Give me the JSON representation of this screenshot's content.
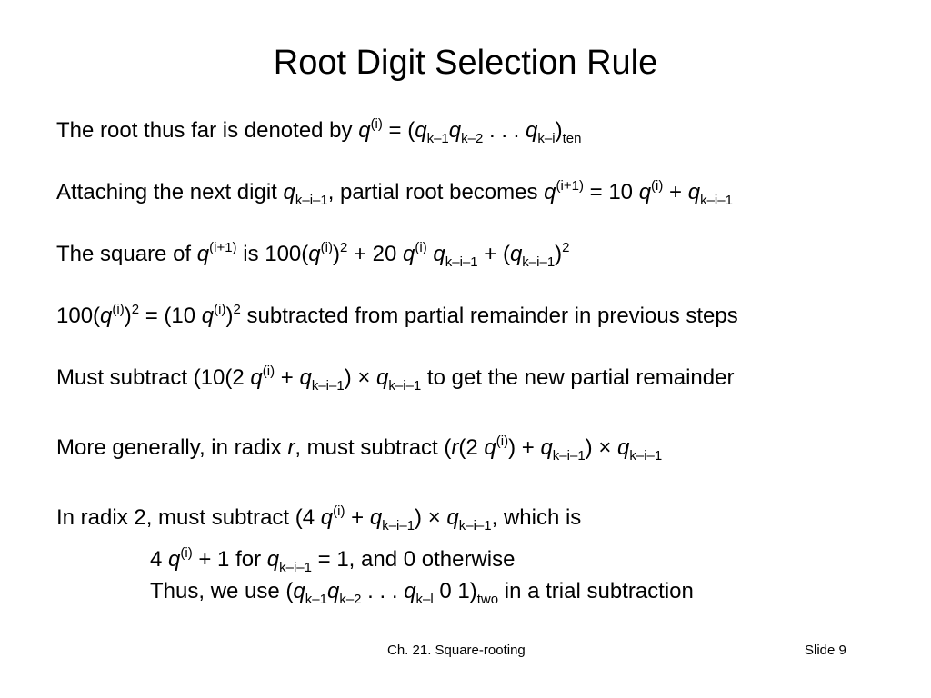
{
  "slide": {
    "title": "Root Digit Selection Rule",
    "footer_center": "Ch. 21. Square-rooting",
    "footer_right": "Slide 9"
  },
  "lines": [
    {
      "parts": [
        "The root thus far is denoted by ",
        "q",
        "(i)",
        " = (",
        "q",
        "k–1",
        "q",
        "k–2",
        " . . . ",
        "q",
        "k–i",
        ")",
        "ten"
      ]
    },
    {
      "parts": [
        "Attaching the next digit ",
        "q",
        "k–i–1",
        ", partial root becomes ",
        "q",
        "(i+1)",
        " = 10 ",
        "q",
        "(i)",
        " + ",
        "q",
        "k–i–1"
      ]
    },
    {
      "parts": [
        "The square of ",
        "q",
        "(i+1)",
        " is 100(",
        "q",
        "(i)",
        ")",
        "2",
        " + 20 ",
        "q",
        "(i)",
        " ",
        "q",
        "k–i–1",
        " + (",
        "q",
        "k–i–1",
        ")",
        "2"
      ]
    },
    {
      "parts": [
        "100(",
        "q",
        "(i)",
        ")",
        "2",
        " = (10 ",
        "q",
        "(i)",
        ")",
        "2",
        " subtracted from partial remainder in previous steps"
      ]
    },
    {
      "parts": [
        "Must subtract (10(2 ",
        "q",
        "(i)",
        " + ",
        "q",
        "k–i–1",
        ") × ",
        "q",
        "k–i–1",
        " to get the new partial remainder"
      ]
    },
    {
      "parts": [
        "More generally, in radix ",
        "r",
        ", must subtract  (",
        "r",
        "(2 ",
        "q",
        "(i)",
        ") + ",
        "q",
        "k–i–1",
        ") × ",
        "q",
        "k–i–1"
      ]
    },
    {
      "parts": [
        "In radix 2, must subtract  (4 ",
        "q",
        "(i)",
        " + ",
        "q",
        "k–i–1",
        ") × ",
        "q",
        "k–i–1",
        ", which is"
      ]
    },
    {
      "parts": [
        "4 ",
        "q",
        "(i)",
        " + 1 for ",
        "q",
        "k–i–1",
        " = 1, and 0 otherwise"
      ]
    },
    {
      "parts": [
        "Thus, we use (",
        "q",
        "k–1",
        "q",
        "k–2",
        " . . . ",
        "q",
        "k–l",
        " 0 1)",
        "two",
        " in a trial subtraction"
      ]
    }
  ]
}
